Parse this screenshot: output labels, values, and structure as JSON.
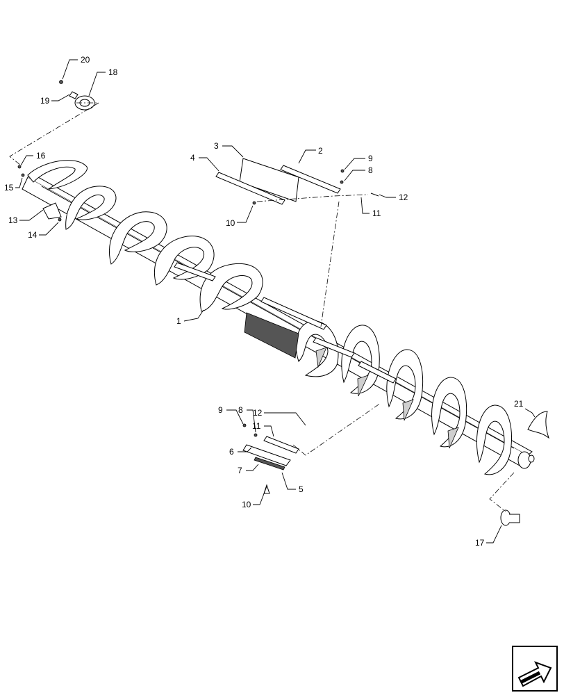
{
  "callouts": {
    "c1": "1",
    "c2": "2",
    "c3": "3",
    "c4": "4",
    "c5": "5",
    "c6": "6",
    "c7": "7",
    "c8a": "8",
    "c8b": "8",
    "c9a": "9",
    "c9b": "9",
    "c10a": "10",
    "c10b": "10",
    "c11a": "11",
    "c11b": "11",
    "c12a": "12",
    "c12b": "12",
    "c13": "13",
    "c14": "14",
    "c15": "15",
    "c16": "16",
    "c17": "17",
    "c18": "18",
    "c19": "19",
    "c20": "20",
    "c21": "21"
  },
  "nav": {
    "icon": "next-page-arrow-icon"
  }
}
